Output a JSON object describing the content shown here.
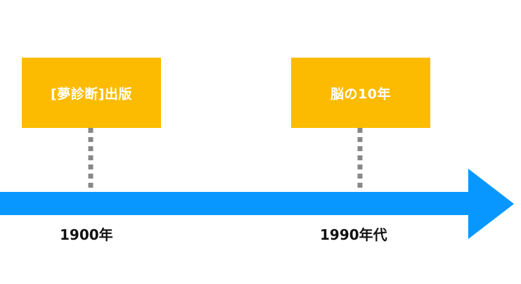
{
  "colors": {
    "box_fill": "#FDBB00",
    "arrow": "#0897FF",
    "connector": "#888888"
  },
  "events": [
    {
      "title": "[夢診断]出版",
      "year": "1900年"
    },
    {
      "title": "脳の10年",
      "year": "1990年代"
    }
  ]
}
